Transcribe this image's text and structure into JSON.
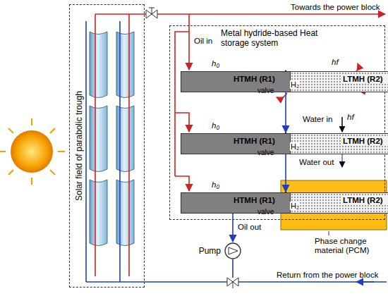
{
  "diagram": {
    "nodes": [
      {
        "text": [
          "Solar field of parabolic trough"
        ]
      },
      {
        "text": [
          "Metal hydride-based Heat storage system"
        ]
      },
      {
        "text": [
          "HTMH (R1)"
        ],
        "in": 1
      },
      {
        "text": [
          "LTMH (R2)"
        ],
        "in": 1
      },
      {
        "text": [
          "HTMH (R1)"
        ],
        "in": 1
      },
      {
        "text": [
          "LTMH (R2)"
        ],
        "in": 1
      },
      {
        "text": [
          "HTMH (R1)"
        ],
        "in": 1
      },
      {
        "text": [
          "LTMH (R2)"
        ],
        "in": 1
      },
      {
        "text": [
          "Pump"
        ]
      }
    ],
    "edges": [
      {
        "from": 2,
        "to": 3,
        "label": "H₂",
        "arrow": "to"
      },
      {
        "from": 4,
        "to": 5,
        "label": "H₂",
        "arrow": "to"
      },
      {
        "from": 6,
        "to": 7,
        "label": "H₂",
        "arrow": "to"
      },
      {
        "from": 2,
        "to": 4,
        "arrow": "to"
      },
      {
        "from": 4,
        "to": 6,
        "arrow": "to"
      },
      {
        "from": 6,
        "to": 8,
        "arrow": "to"
      }
    ],
    "labels": [
      "Towards the power block",
      "Oil in",
      "h₀",
      "h₀",
      "h₀",
      "valve",
      "valve",
      "valve",
      "hf",
      "Water in",
      "hf",
      "Water out",
      "Phase change material (PCM)",
      "Oil out",
      "Return from the power block"
    ]
  }
}
